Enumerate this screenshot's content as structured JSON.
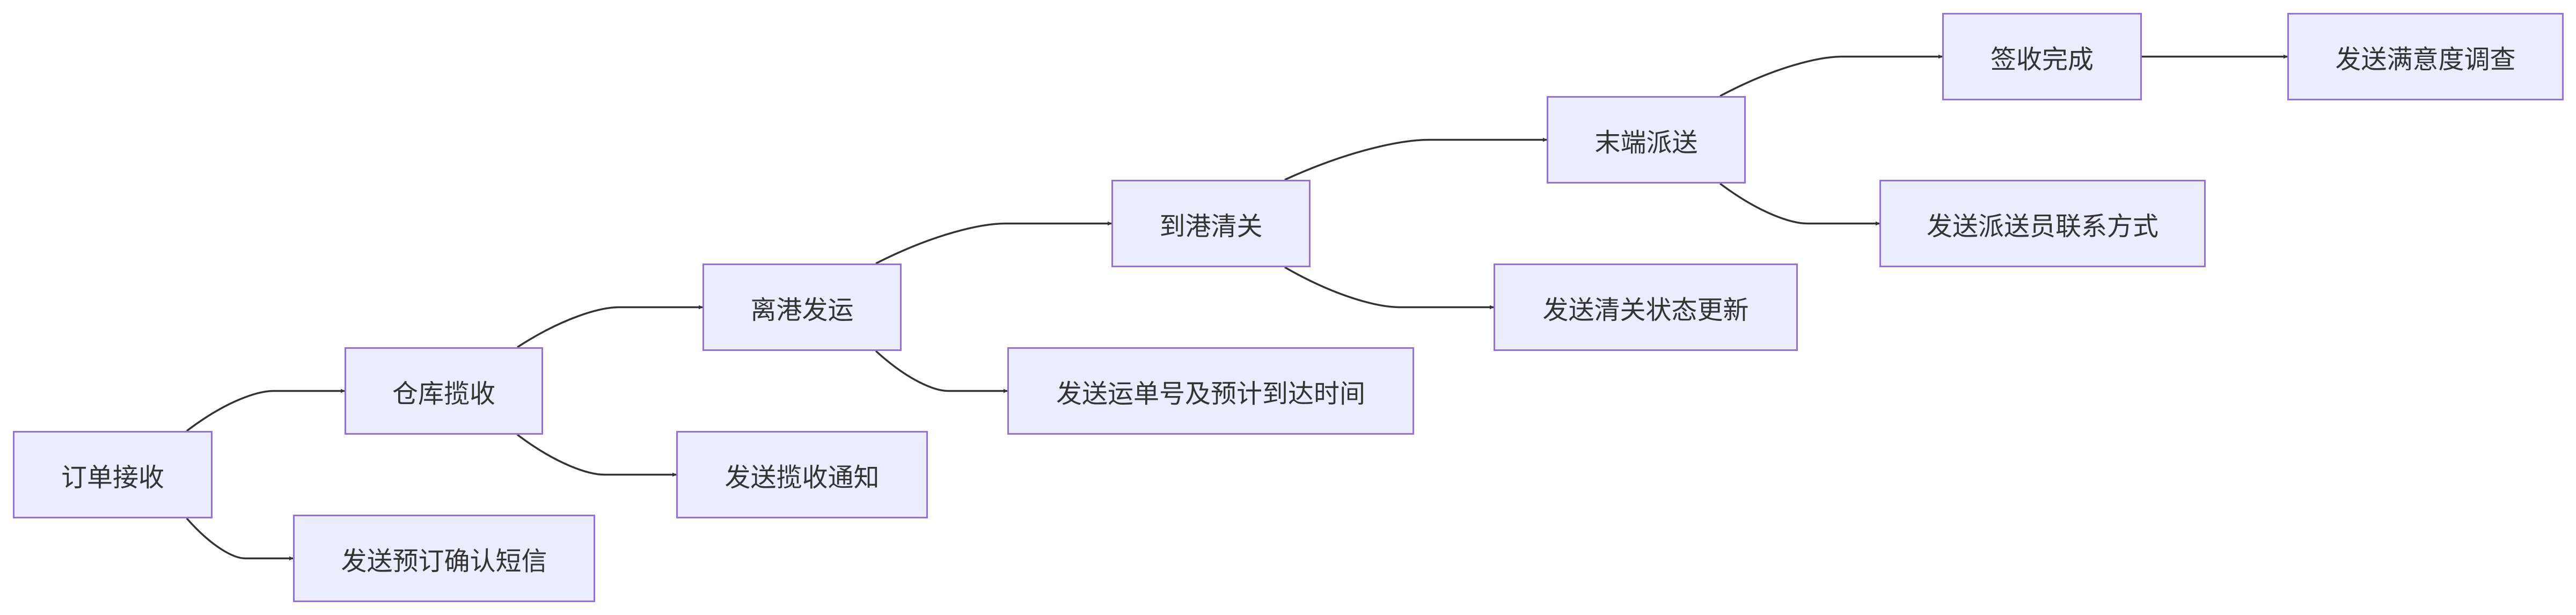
{
  "colors": {
    "node_fill": "#ECECFF",
    "node_border": "#9370DB",
    "text": "#333333",
    "edge": "#333333"
  },
  "nodes": [
    {
      "id": "order",
      "label": "订单接收"
    },
    {
      "id": "sms",
      "label": "发送预订确认短信"
    },
    {
      "id": "warehouse",
      "label": "仓库揽收"
    },
    {
      "id": "pickup_notice",
      "label": "发送揽收通知"
    },
    {
      "id": "depart",
      "label": "离港发运"
    },
    {
      "id": "waybill",
      "label": "发送运单号及预计到达时间"
    },
    {
      "id": "arrive",
      "label": "到港清关"
    },
    {
      "id": "clearance_update",
      "label": "发送清关状态更新"
    },
    {
      "id": "lastmile",
      "label": "末端派送"
    },
    {
      "id": "courier_contact",
      "label": "发送派送员联系方式"
    },
    {
      "id": "signed",
      "label": "签收完成"
    },
    {
      "id": "survey",
      "label": "发送满意度调查"
    }
  ],
  "edges": [
    {
      "from": "order",
      "to": "warehouse"
    },
    {
      "from": "order",
      "to": "sms"
    },
    {
      "from": "warehouse",
      "to": "depart"
    },
    {
      "from": "warehouse",
      "to": "pickup_notice"
    },
    {
      "from": "depart",
      "to": "arrive"
    },
    {
      "from": "depart",
      "to": "waybill"
    },
    {
      "from": "arrive",
      "to": "lastmile"
    },
    {
      "from": "arrive",
      "to": "clearance_update"
    },
    {
      "from": "lastmile",
      "to": "signed"
    },
    {
      "from": "lastmile",
      "to": "courier_contact"
    },
    {
      "from": "signed",
      "to": "survey"
    }
  ]
}
